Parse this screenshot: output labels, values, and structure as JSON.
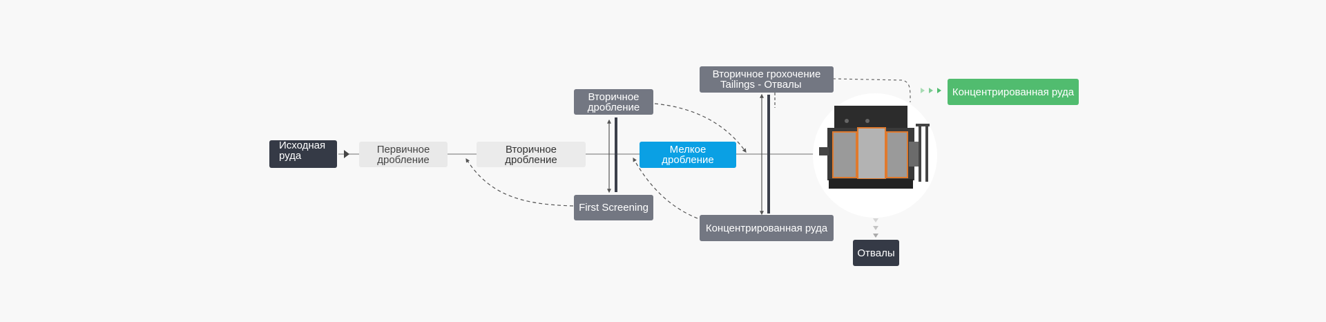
{
  "nodes": {
    "source_ore": "Исходная\nруда",
    "primary_crushing": "Первичное\nдробление",
    "secondary_crushing_main": "Вторичное дробление",
    "secondary_crushing_top_l1": "Вторичное",
    "secondary_crushing_top_l2": "дробление",
    "first_screening": "First Screening",
    "fine_crushing": "Мелкое дробление",
    "secondary_screening_l1": "Вторичное грохочение",
    "secondary_screening_l2": "Tailings - Отвалы",
    "concentrate_bottom": "Концентрированная руда",
    "tailings": "Отвалы",
    "concentrate_output": "Концентрированная руда"
  },
  "colors": {
    "dark": "#353a46",
    "grey": "#737782",
    "blue": "#0aa0e4",
    "green": "#51bc6f",
    "light": "#e9e9e9"
  },
  "icons": {
    "separator_machine": "magnetic-separator-machine-icon"
  }
}
